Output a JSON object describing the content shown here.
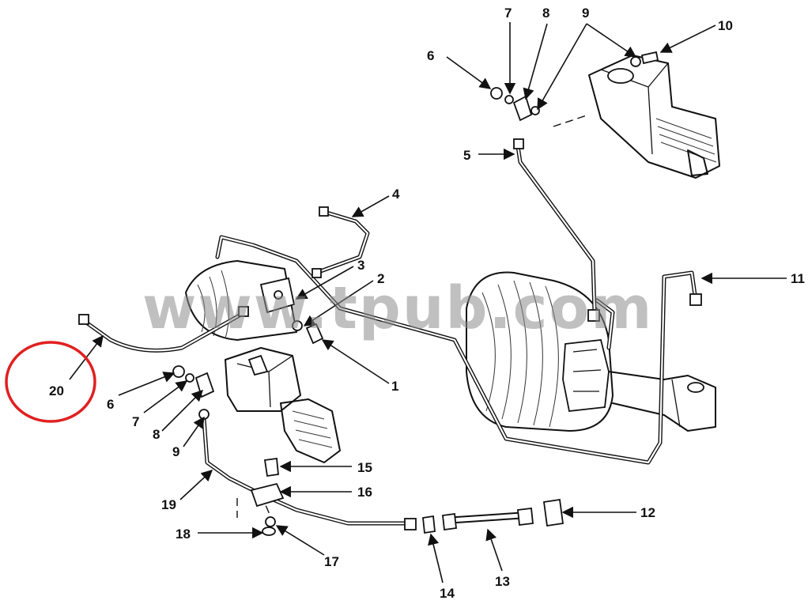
{
  "watermark": "www.tpub.com",
  "highlight_color": "#e02020",
  "callouts": {
    "c1": "1",
    "c2": "2",
    "c3": "3",
    "c4": "4",
    "c5": "5",
    "c6a": "6",
    "c6b": "6",
    "c7a": "7",
    "c7b": "7",
    "c8a": "8",
    "c8b": "8",
    "c9a": "9",
    "c9b": "9",
    "c10": "10",
    "c11": "11",
    "c12": "12",
    "c13": "13",
    "c14": "14",
    "c15": "15",
    "c16": "16",
    "c17": "17",
    "c18": "18",
    "c19": "19",
    "c20": "20"
  }
}
